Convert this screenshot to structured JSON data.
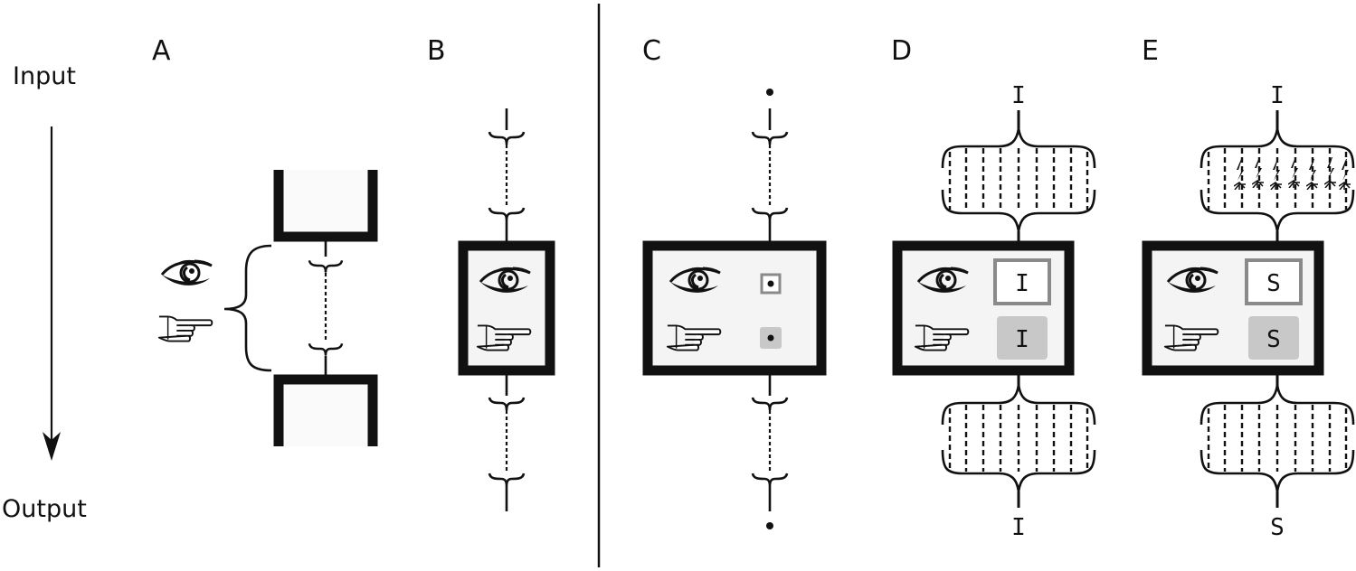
{
  "axis": {
    "top_label": "Input",
    "bottom_label": "Output"
  },
  "panels": [
    {
      "letter": "A"
    },
    {
      "letter": "B"
    },
    {
      "letter": "C"
    },
    {
      "letter": "D",
      "input_symbol": "I",
      "eye_symbol": "I",
      "hand_symbol": "I",
      "output_symbol": "I"
    },
    {
      "letter": "E",
      "input_symbol": "I",
      "eye_symbol": "S",
      "hand_symbol": "S",
      "output_symbol": "S"
    }
  ],
  "icons": {
    "eye": "eye-icon",
    "hand": "pointing-hand-icon",
    "brace": "curly-brace",
    "arrow": "down-arrow"
  },
  "colors": {
    "ink": "#111111",
    "box_fill": "#f4f4f4",
    "gray_frame": "#8a8a8a",
    "gray_fill": "#c8c8c8",
    "noise": "#111111"
  }
}
